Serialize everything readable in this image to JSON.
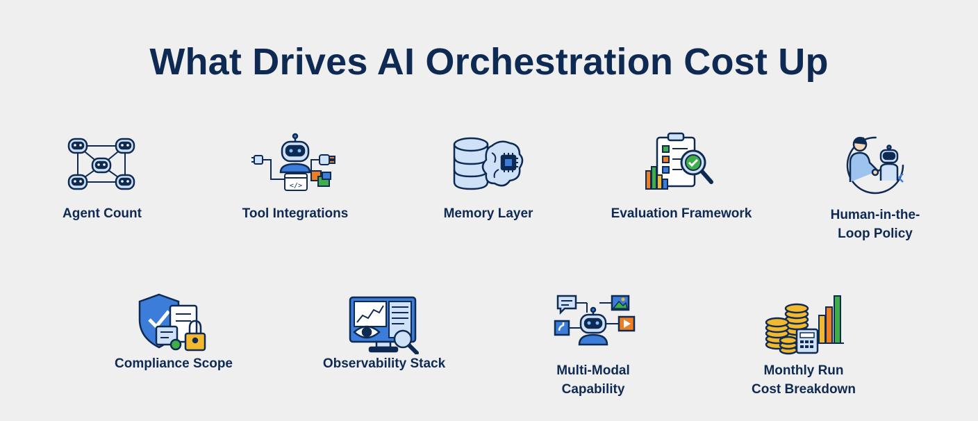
{
  "title": "What Drives AI Orchestration Cost Up",
  "items": [
    {
      "label": "Agent Count",
      "icon": "agent-network-icon"
    },
    {
      "label": "Tool Integrations",
      "icon": "robot-tools-icon"
    },
    {
      "label": "Memory Layer",
      "icon": "database-brain-icon"
    },
    {
      "label": "Evaluation Framework",
      "icon": "clipboard-magnifier-icon"
    },
    {
      "label": "Human-in-the-\nLoop Policy",
      "icon": "human-robot-handshake-icon"
    },
    {
      "label": "Compliance Scope",
      "icon": "shield-lock-icon"
    },
    {
      "label": "Observability Stack",
      "icon": "monitor-eye-icon"
    },
    {
      "label": "Multi-Modal\nCapability",
      "icon": "robot-media-icon"
    },
    {
      "label": "Monthly Run\nCost Breakdown",
      "icon": "coins-calculator-chart-icon"
    }
  ],
  "colors": {
    "navy": "#0f2a52",
    "blue": "#3b7dd8",
    "light_blue": "#cfe1f7",
    "orange": "#ef7d22",
    "green": "#3fae49",
    "gold": "#f2b930",
    "background": "#efefef"
  }
}
